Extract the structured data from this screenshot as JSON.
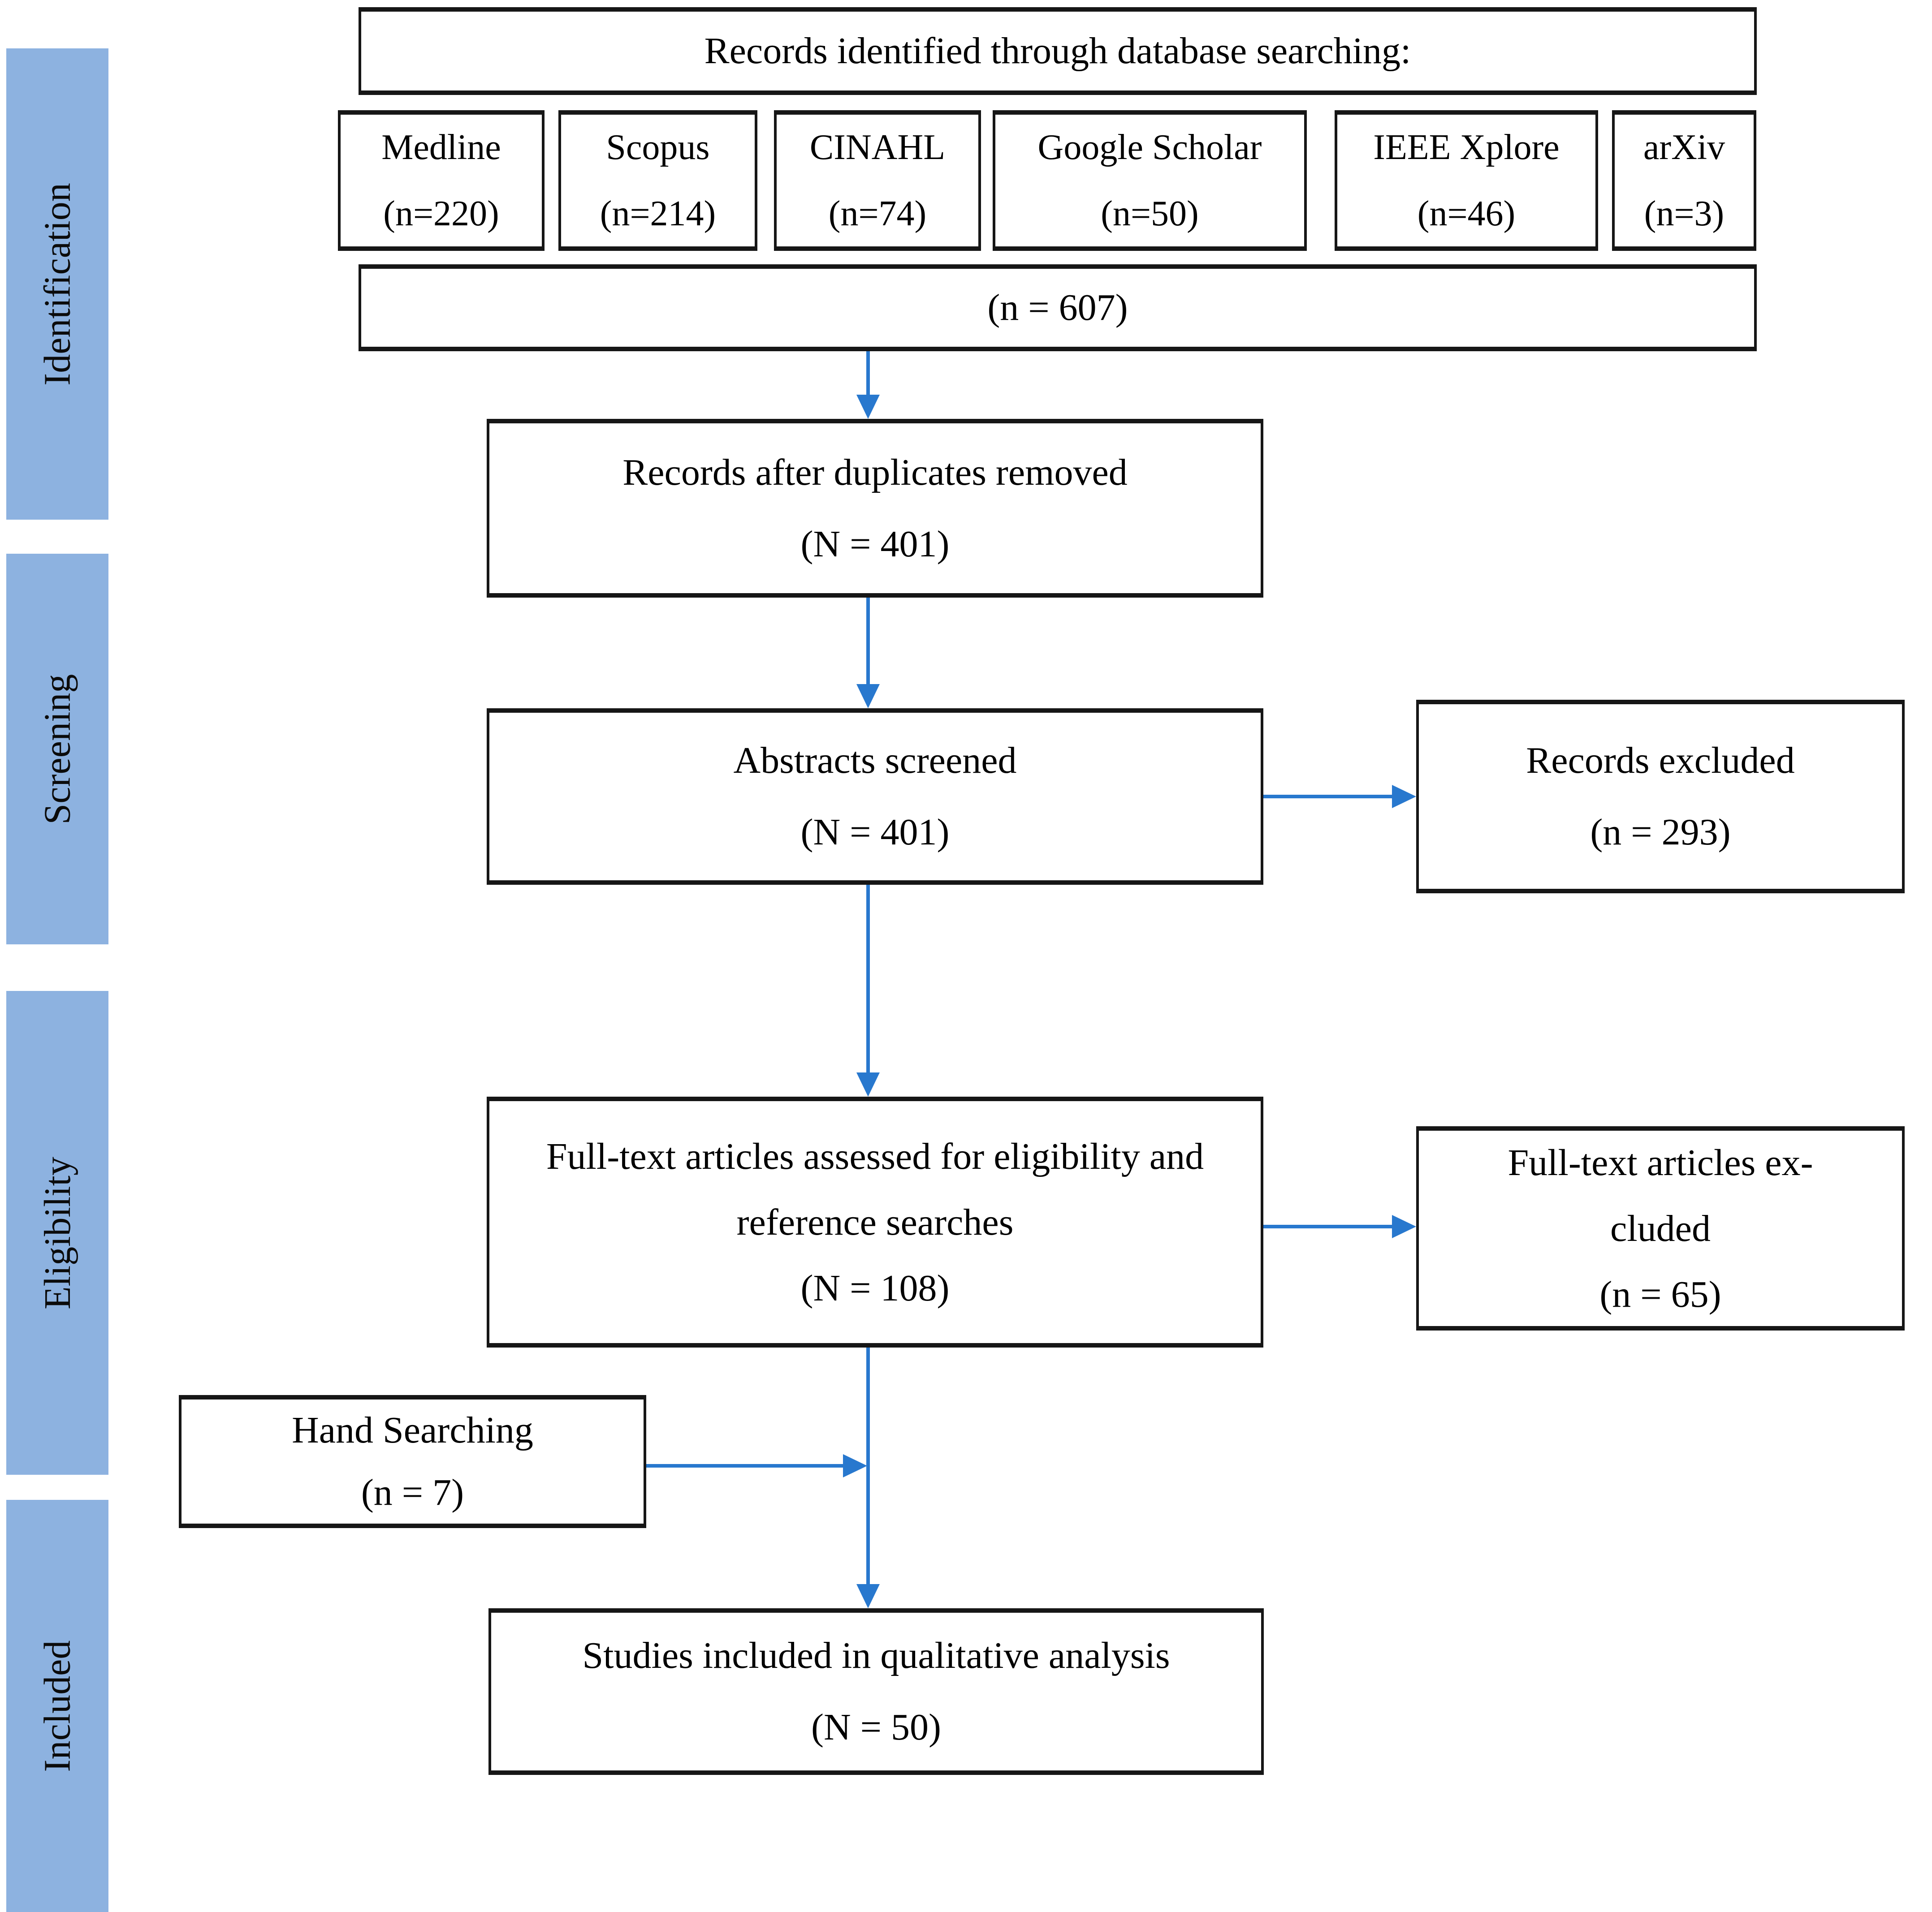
{
  "colors": {
    "arrow": "#2878CE",
    "sidebar_fill": "#8DB2E0",
    "box_border": "#161616",
    "background": "#ffffff"
  },
  "sidebar": {
    "stages": [
      {
        "label": "Identification"
      },
      {
        "label": "Screening"
      },
      {
        "label": "Eligibility"
      },
      {
        "label": "Included"
      }
    ]
  },
  "flow": {
    "top_box": {
      "title": "Records identified through database searching:"
    },
    "databases": [
      {
        "name": "Medline",
        "count": "(n=220)"
      },
      {
        "name": "Scopus",
        "count": "(n=214)"
      },
      {
        "name": "CINAHL",
        "count": "(n=74)"
      },
      {
        "name": "Google Scholar",
        "count": "(n=50)"
      },
      {
        "name": "IEEE Xplore",
        "count": "(n=46)"
      },
      {
        "name": "arXiv",
        "count": "(n=3)"
      }
    ],
    "total_box": {
      "count": "(n = 607)"
    },
    "duplicates_box": {
      "line1": "Records after duplicates removed",
      "line2": "(N = 401)"
    },
    "abstracts_box": {
      "line1": "Abstracts screened",
      "line2": "(N = 401)"
    },
    "records_excluded_box": {
      "line1": "Records excluded",
      "line2": "(n = 293)"
    },
    "fulltext_box": {
      "line1": "Full-text articles assessed for eligibility and",
      "line2": "reference searches",
      "line3": "(N = 108)"
    },
    "fulltext_excluded_box": {
      "line1": "Full-text articles ex-",
      "line2": "cluded",
      "line3": "(n = 65)"
    },
    "hand_search_box": {
      "line1": "Hand Searching",
      "line2": "(n = 7)"
    },
    "included_box": {
      "line1": "Studies included in qualitative analysis",
      "line2": "(N = 50)"
    }
  }
}
